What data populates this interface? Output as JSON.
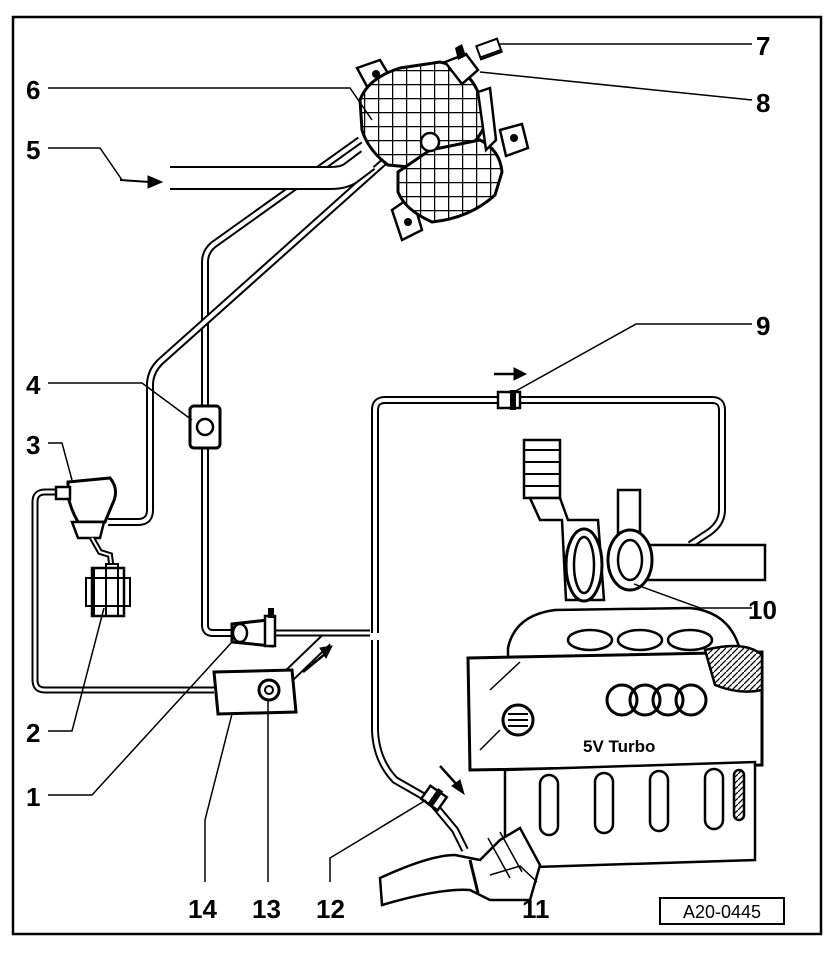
{
  "figure_ref": "A20-0445",
  "engine_label": "5V  Turbo",
  "callouts": {
    "c1": "1",
    "c2": "2",
    "c3": "3",
    "c4": "4",
    "c5": "5",
    "c6": "6",
    "c7": "7",
    "c8": "8",
    "c9": "9",
    "c10": "10",
    "c11": "11",
    "c12": "12",
    "c13": "13",
    "c14": "14"
  },
  "logo": "four-rings"
}
